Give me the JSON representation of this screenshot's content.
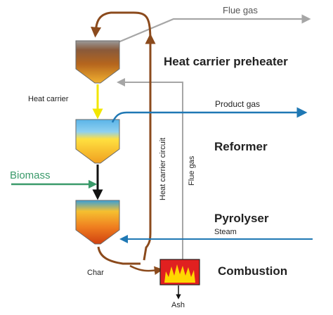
{
  "labels": {
    "flue_gas_top": "Flue gas",
    "heat_carrier_preheater": "Heat carrier preheater",
    "heat_carrier": "Heat carrier",
    "product_gas": "Product gas",
    "reformer": "Reformer",
    "heat_carrier_circuit": "Heat carrier circuit",
    "flue_gas_vertical": "Flue gas",
    "biomass": "Biomass",
    "pyrolyser": "Pyrolyser",
    "steam": "Steam",
    "char": "Char",
    "combustion": "Combustion",
    "ash": "Ash"
  },
  "colors": {
    "heat_carrier_circuit": "#8b4a1c",
    "flue_gas": "#a6a6a6",
    "product_gas": "#1f78b4",
    "steam": "#1f78b4",
    "biomass": "#3a9a6a",
    "heat_carrier_arrow": "#f2e600",
    "vessel_arrow": "#111111",
    "combustion_box": "#e02020",
    "flame": "#ffd700"
  }
}
